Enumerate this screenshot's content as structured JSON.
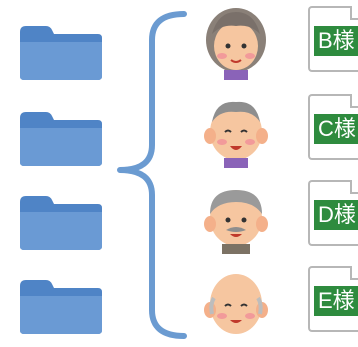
{
  "icons": {
    "folder": "folder-icon",
    "brace": "curly-brace",
    "person": "elderly-person-icon",
    "document": "document-icon"
  },
  "colors": {
    "folder_blue": "#5b8fcd",
    "brace_blue": "#6b9bd1",
    "label_green": "#2e8b3e"
  },
  "documents": [
    {
      "label": "B様"
    },
    {
      "label": "C様"
    },
    {
      "label": "D様"
    },
    {
      "label": "E様"
    }
  ]
}
